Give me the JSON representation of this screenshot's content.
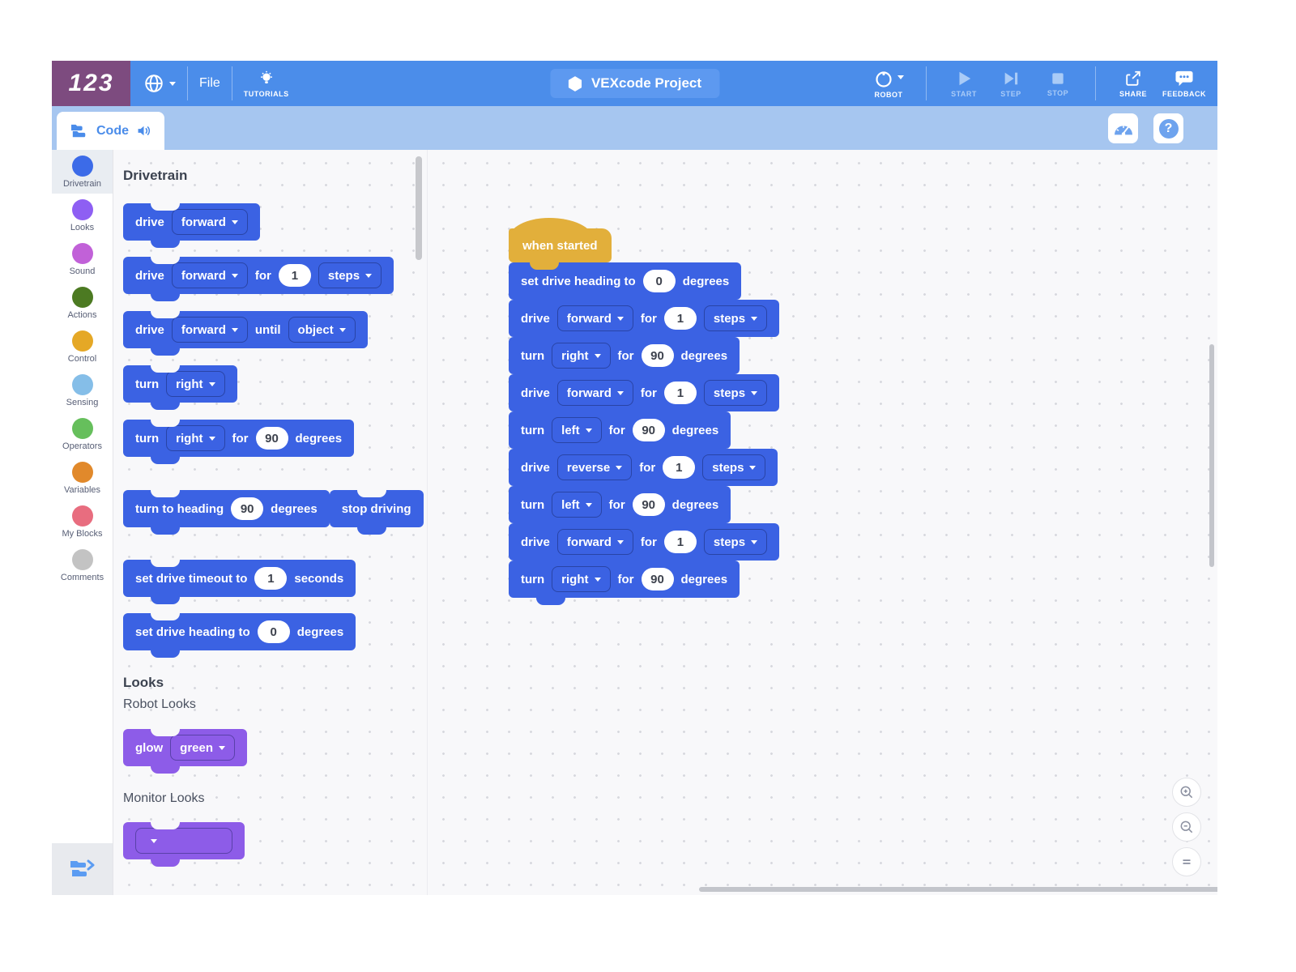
{
  "colors": {
    "topbar": "#4b8dea",
    "topbar_pill": "#5d99f0",
    "logo_bg": "#7d4b7f",
    "tabstrip": "#a6c6f0",
    "accent_blue": "#4a8cea",
    "block_blue": "#3b62e3",
    "block_purple": "#8d5ce8",
    "hat_yellow": "#e2af3b",
    "disabled_icon": "#a9cbf7",
    "selected_category_bg": "#e9edf2"
  },
  "topbar": {
    "logo": "123",
    "file_label": "File",
    "tutorials_label": "TUTORIALS",
    "project_title": "VEXcode Project",
    "robot_label": "ROBOT",
    "start_label": "START",
    "step_label": "STEP",
    "stop_label": "STOP",
    "share_label": "SHARE",
    "feedback_label": "FEEDBACK"
  },
  "tabbar": {
    "code_label": "Code"
  },
  "sidebar": {
    "categories": [
      {
        "label": "Drivetrain",
        "color": "#3c6be8",
        "selected": true
      },
      {
        "label": "Looks",
        "color": "#8e5ff3",
        "selected": false
      },
      {
        "label": "Sound",
        "color": "#c161d8",
        "selected": false
      },
      {
        "label": "Actions",
        "color": "#4c7a22",
        "selected": false
      },
      {
        "label": "Control",
        "color": "#e5a826",
        "selected": false
      },
      {
        "label": "Sensing",
        "color": "#85bee8",
        "selected": false
      },
      {
        "label": "Operators",
        "color": "#66bf5c",
        "selected": false
      },
      {
        "label": "Variables",
        "color": "#e1892b",
        "selected": false
      },
      {
        "label": "My Blocks",
        "color": "#e86d7f",
        "selected": false
      },
      {
        "label": "Comments",
        "color": "#c3c3c3",
        "selected": false
      }
    ]
  },
  "palette": {
    "items": [
      {
        "type": "header",
        "text": "Drivetrain",
        "gap": 22
      },
      {
        "type": "block",
        "color": "blue",
        "gap": 24,
        "parts": [
          {
            "t": "label",
            "v": "drive"
          },
          {
            "t": "dd",
            "v": "forward"
          }
        ]
      },
      {
        "type": "block",
        "color": "blue",
        "gap": 20,
        "parts": [
          {
            "t": "label",
            "v": "drive"
          },
          {
            "t": "dd",
            "v": "forward"
          },
          {
            "t": "label",
            "v": "for"
          },
          {
            "t": "num",
            "v": "1"
          },
          {
            "t": "dd",
            "v": "steps"
          }
        ]
      },
      {
        "type": "block",
        "color": "blue",
        "gap": 21,
        "parts": [
          {
            "t": "label",
            "v": "drive"
          },
          {
            "t": "dd",
            "v": "forward"
          },
          {
            "t": "label",
            "v": "until"
          },
          {
            "t": "dd",
            "v": "object"
          }
        ]
      },
      {
        "type": "block",
        "color": "blue",
        "gap": 21,
        "parts": [
          {
            "t": "label",
            "v": "turn"
          },
          {
            "t": "dd",
            "v": "right"
          }
        ]
      },
      {
        "type": "block",
        "color": "blue",
        "gap": 21,
        "parts": [
          {
            "t": "label",
            "v": "turn"
          },
          {
            "t": "dd",
            "v": "right"
          },
          {
            "t": "label",
            "v": "for"
          },
          {
            "t": "num",
            "v": "90"
          },
          {
            "t": "label",
            "v": "degrees"
          }
        ]
      },
      {
        "type": "block",
        "color": "blue",
        "gap": 20,
        "parts": [
          {
            "t": "label",
            "v": "turn to heading"
          },
          {
            "t": "num",
            "v": "90"
          },
          {
            "t": "label",
            "v": "degrees"
          }
        ]
      },
      {
        "type": "block",
        "color": "blue",
        "gap": 41,
        "parts": [
          {
            "t": "label",
            "v": "stop driving"
          }
        ]
      },
      {
        "type": "block",
        "color": "blue",
        "gap": 40,
        "parts": [
          {
            "t": "label",
            "v": "set drive timeout to"
          },
          {
            "t": "num",
            "v": "1"
          },
          {
            "t": "label",
            "v": "seconds"
          }
        ]
      },
      {
        "type": "block",
        "color": "blue",
        "gap": 20,
        "parts": [
          {
            "t": "label",
            "v": "set drive heading to"
          },
          {
            "t": "num",
            "v": "0"
          },
          {
            "t": "label",
            "v": "degrees"
          }
        ]
      },
      {
        "type": "header",
        "text": "Looks",
        "gap": 30
      },
      {
        "type": "subheader",
        "text": "Robot Looks",
        "gap": 8
      },
      {
        "type": "block",
        "color": "purple",
        "gap": 21,
        "parts": [
          {
            "t": "label",
            "v": "glow"
          },
          {
            "t": "dd",
            "v": "green"
          }
        ]
      },
      {
        "type": "subheader",
        "text": "Monitor Looks",
        "gap": 31
      },
      {
        "type": "block",
        "color": "purple",
        "gap": 20,
        "partial": true,
        "parts": [
          {
            "t": "dd",
            "v": ""
          }
        ]
      }
    ]
  },
  "canvas": {
    "blocks": [
      {
        "kind": "hat",
        "parts": [
          {
            "t": "label",
            "v": "when started"
          }
        ]
      },
      {
        "kind": "stack",
        "parts": [
          {
            "t": "label",
            "v": "set drive heading to"
          },
          {
            "t": "num",
            "v": "0"
          },
          {
            "t": "label",
            "v": "degrees"
          }
        ]
      },
      {
        "kind": "stack",
        "parts": [
          {
            "t": "label",
            "v": "drive"
          },
          {
            "t": "dd",
            "v": "forward"
          },
          {
            "t": "label",
            "v": "for"
          },
          {
            "t": "num",
            "v": "1"
          },
          {
            "t": "dd",
            "v": "steps"
          }
        ]
      },
      {
        "kind": "stack",
        "parts": [
          {
            "t": "label",
            "v": "turn"
          },
          {
            "t": "dd",
            "v": "right"
          },
          {
            "t": "label",
            "v": "for"
          },
          {
            "t": "num",
            "v": "90"
          },
          {
            "t": "label",
            "v": "degrees"
          }
        ]
      },
      {
        "kind": "stack",
        "parts": [
          {
            "t": "label",
            "v": "drive"
          },
          {
            "t": "dd",
            "v": "forward"
          },
          {
            "t": "label",
            "v": "for"
          },
          {
            "t": "num",
            "v": "1"
          },
          {
            "t": "dd",
            "v": "steps"
          }
        ]
      },
      {
        "kind": "stack",
        "parts": [
          {
            "t": "label",
            "v": "turn"
          },
          {
            "t": "dd",
            "v": "left"
          },
          {
            "t": "label",
            "v": "for"
          },
          {
            "t": "num",
            "v": "90"
          },
          {
            "t": "label",
            "v": "degrees"
          }
        ]
      },
      {
        "kind": "stack",
        "parts": [
          {
            "t": "label",
            "v": "drive"
          },
          {
            "t": "dd",
            "v": "reverse"
          },
          {
            "t": "label",
            "v": "for"
          },
          {
            "t": "num",
            "v": "1"
          },
          {
            "t": "dd",
            "v": "steps"
          }
        ]
      },
      {
        "kind": "stack",
        "parts": [
          {
            "t": "label",
            "v": "turn"
          },
          {
            "t": "dd",
            "v": "left"
          },
          {
            "t": "label",
            "v": "for"
          },
          {
            "t": "num",
            "v": "90"
          },
          {
            "t": "label",
            "v": "degrees"
          }
        ]
      },
      {
        "kind": "stack",
        "parts": [
          {
            "t": "label",
            "v": "drive"
          },
          {
            "t": "dd",
            "v": "forward"
          },
          {
            "t": "label",
            "v": "for"
          },
          {
            "t": "num",
            "v": "1"
          },
          {
            "t": "dd",
            "v": "steps"
          }
        ]
      },
      {
        "kind": "stack",
        "parts": [
          {
            "t": "label",
            "v": "turn"
          },
          {
            "t": "dd",
            "v": "right"
          },
          {
            "t": "label",
            "v": "for"
          },
          {
            "t": "num",
            "v": "90"
          },
          {
            "t": "label",
            "v": "degrees"
          }
        ]
      }
    ]
  },
  "zoom_controls": {
    "icons": [
      "zoom-in",
      "zoom-out",
      "reset-zoom"
    ]
  }
}
